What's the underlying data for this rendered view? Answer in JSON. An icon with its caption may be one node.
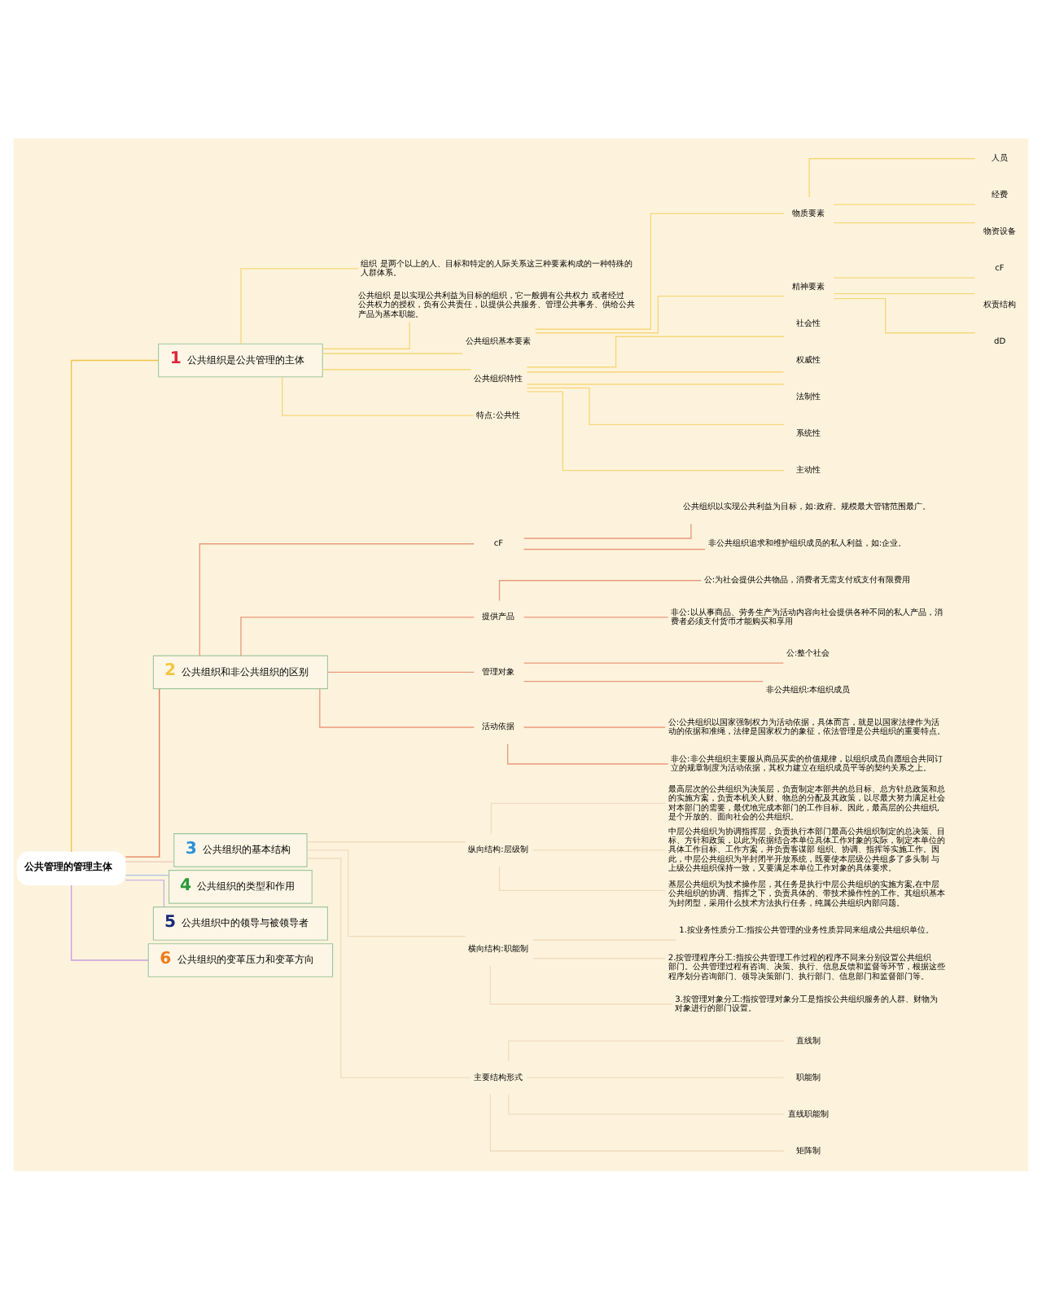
{
  "diagram": {
    "nodes": [
      {
        "text": [
          "公共管理的管理主体"
        ]
      },
      {
        "text": [
          "1",
          "公共组织是公共管理的主体"
        ]
      },
      {
        "text": [
          "组织 是两个以上的人、目标和特定的人际关系这三种要素构成的一种特殊的人群体系。"
        ]
      },
      {
        "text": [
          "公共组织 是以实现公共利益为目标的组织，它一般拥有公共权力 或者经过公共权力的授权，负有公共责任，以提供公共服务、管理公共事务、供给公共产品为基本职能。"
        ]
      },
      {
        "text": [
          "公共组织基本要素"
        ]
      },
      {
        "text": [
          "物质要素"
        ]
      },
      {
        "text": [
          "人员"
        ]
      },
      {
        "text": [
          "经费"
        ]
      },
      {
        "text": [
          "物资设备"
        ]
      },
      {
        "text": [
          "精神要素"
        ]
      },
      {
        "text": [
          "cF"
        ]
      },
      {
        "text": [
          "权责结构"
        ]
      },
      {
        "text": [
          "dD"
        ]
      },
      {
        "text": [
          "公共组织特性"
        ]
      },
      {
        "text": [
          "社会性"
        ]
      },
      {
        "text": [
          "权威性"
        ]
      },
      {
        "text": [
          "法制性"
        ]
      },
      {
        "text": [
          "系统性"
        ]
      },
      {
        "text": [
          "主动性"
        ]
      },
      {
        "text": [
          "特点:公共性"
        ]
      },
      {
        "text": [
          "2",
          "公共组织和非公共组织的区别"
        ]
      },
      {
        "text": [
          "cF"
        ]
      },
      {
        "text": [
          "公共组织以实现公共利益为目标，如:政府。规模最大管辖范围最广。"
        ]
      },
      {
        "text": [
          "非公共组织追求和维护组织成员的私人利益，如:企业。"
        ]
      },
      {
        "text": [
          "提供产品"
        ]
      },
      {
        "text": [
          "公:为社会提供公共物品，消费者无需支付或支付有限费用"
        ]
      },
      {
        "text": [
          "非公:以从事商品、劳务生产为活动内容向社会提供各种不同的私人产品，消费者必须支付货币才能购买和享用"
        ]
      },
      {
        "text": [
          "管理对象"
        ]
      },
      {
        "text": [
          "公:整个社会"
        ]
      },
      {
        "text": [
          "非公共组织:本组织成员"
        ]
      },
      {
        "text": [
          "活动依据"
        ]
      },
      {
        "text": [
          "公:公共组织以国家强制权力为活动依据，具体而言，就是以国家法律作为活动的依据和准绳，法律是国家权力的象征，依法管理是公共组织的重要特点。"
        ]
      },
      {
        "text": [
          "非公:非公共组织主要服从商品买卖的价值规律，以组织成员自愿组合共同订立的规章制度为活动依据，其权力建立在组织成员平等的契约关系之上。"
        ]
      },
      {
        "text": [
          "3",
          "公共组织的基本结构"
        ]
      },
      {
        "text": [
          "纵向结构:层级制"
        ]
      },
      {
        "text": [
          "最高层次的公共组织为决策层，负责制定本部共的总目标、总方针总政策和总的实施方案，负责本机关人财、物总的分配及其政策，以尽最大努力满足社会对本部门的需要，最优地完成本部门的工作目标。因此，最高层的公共组织,是个开放的、面向社会的公共组织。"
        ]
      },
      {
        "text": [
          "中层公共组织为协调指挥层，负责执行本部门最高公共组织制定的总决策、目标、方针和政策，以此为依据结合本单位具体工作对象的实际，制定本单位的具体工作目标、工作方案，并负责客谋部 组织、协调、指挥等实施工作。因此，中层公共组织为半封闭半开放系统，既要使本层级公共组多了多头制 与上级公共组织保持一致，又要满足本单位工作对象的具体要求。"
        ]
      },
      {
        "text": [
          "基层公共组织为技术操作层，其任务是执行中层公共组织的实施方案,在中层公共组织的协调、指挥之下，负责具体的、带技术操作性的工作。其组织基本为封闭型，采用什么技术方法执行任务，纯属公共组织内部问题。"
        ]
      },
      {
        "text": [
          "横向结构:职能制"
        ]
      },
      {
        "text": [
          "1.按业务性质分工:指按公共管理的业务性质异同来组成公共组织单位。"
        ]
      },
      {
        "text": [
          "2.按管理程序分工:指按公共管理工作过程的程序不同来分别设置公共组织部门。公共管理过程有咨询、决策、执行、信息反馈和监督等环节，根据这些程序划分咨询部门、领导决策部门、执行部门、信息部门和监督部门等。"
        ]
      },
      {
        "text": [
          "3.按管理对象分工:指按管理对象分工是指按公共组织服务的人群、财物为对象进行的部门设置。"
        ]
      },
      {
        "text": [
          "主要结构形式"
        ]
      },
      {
        "text": [
          "直线制"
        ]
      },
      {
        "text": [
          "职能制"
        ]
      },
      {
        "text": [
          "直线职能制"
        ]
      },
      {
        "text": [
          "矩阵制"
        ]
      },
      {
        "text": [
          "4",
          "公共组织的类型和作用"
        ]
      },
      {
        "text": [
          "5",
          "公共组织中的领导与被领导者"
        ]
      },
      {
        "text": [
          "6",
          "公共组织的变革压力和变革方向"
        ]
      }
    ],
    "edges": [
      {
        "from": 0,
        "to": 1,
        "arrow": "none",
        "color": "#f2c24a"
      },
      {
        "from": 1,
        "to": 2,
        "arrow": "none",
        "color": "#f5d77a"
      },
      {
        "from": 1,
        "to": 3,
        "arrow": "none",
        "color": "#f5d77a"
      },
      {
        "from": 1,
        "to": 4,
        "arrow": "none",
        "color": "#f5d77a"
      },
      {
        "from": 4,
        "to": 5,
        "arrow": "none",
        "color": "#f5d77a"
      },
      {
        "from": 5,
        "to": 6,
        "arrow": "none",
        "color": "#f5d77a"
      },
      {
        "from": 5,
        "to": 7,
        "arrow": "none",
        "color": "#f5d77a"
      },
      {
        "from": 5,
        "to": 8,
        "arrow": "none",
        "color": "#f5d77a"
      },
      {
        "from": 4,
        "to": 9,
        "arrow": "none",
        "color": "#f5d77a"
      },
      {
        "from": 9,
        "to": 10,
        "arrow": "none",
        "color": "#f5d77a"
      },
      {
        "from": 9,
        "to": 11,
        "arrow": "none",
        "color": "#f5d77a"
      },
      {
        "from": 9,
        "to": 12,
        "arrow": "none",
        "color": "#f5d77a"
      },
      {
        "from": 1,
        "to": 13,
        "arrow": "none",
        "color": "#f5d77a"
      },
      {
        "from": 13,
        "to": 14,
        "arrow": "none",
        "color": "#f5d77a"
      },
      {
        "from": 13,
        "to": 15,
        "arrow": "none",
        "color": "#f5d77a"
      },
      {
        "from": 13,
        "to": 16,
        "arrow": "none",
        "color": "#f5d77a"
      },
      {
        "from": 13,
        "to": 17,
        "arrow": "none",
        "color": "#f5d77a"
      },
      {
        "from": 13,
        "to": 18,
        "arrow": "none",
        "color": "#f5d77a"
      },
      {
        "from": 1,
        "to": 19,
        "arrow": "none",
        "color": "#f5d77a"
      },
      {
        "from": 0,
        "to": 20,
        "arrow": "none",
        "color": "#e37a55"
      },
      {
        "from": 20,
        "to": 21,
        "arrow": "none",
        "color": "#e99a7c"
      },
      {
        "from": 21,
        "to": 22,
        "arrow": "none",
        "color": "#e99a7c"
      },
      {
        "from": 21,
        "to": 23,
        "arrow": "none",
        "color": "#e99a7c"
      },
      {
        "from": 20,
        "to": 24,
        "arrow": "none",
        "color": "#e99a7c"
      },
      {
        "from": 24,
        "to": 25,
        "arrow": "none",
        "color": "#e99a7c"
      },
      {
        "from": 24,
        "to": 26,
        "arrow": "none",
        "color": "#e99a7c"
      },
      {
        "from": 20,
        "to": 27,
        "arrow": "none",
        "color": "#e99a7c"
      },
      {
        "from": 27,
        "to": 28,
        "arrow": "none",
        "color": "#e99a7c"
      },
      {
        "from": 27,
        "to": 29,
        "arrow": "none",
        "color": "#e99a7c"
      },
      {
        "from": 20,
        "to": 30,
        "arrow": "none",
        "color": "#e99a7c"
      },
      {
        "from": 30,
        "to": 31,
        "arrow": "none",
        "color": "#e99a7c"
      },
      {
        "from": 30,
        "to": 32,
        "arrow": "none",
        "color": "#e99a7c"
      },
      {
        "from": 0,
        "to": 33,
        "arrow": "none",
        "color": "#f0c4bc"
      },
      {
        "from": 33,
        "to": 34,
        "arrow": "none",
        "color": "#efdcc0"
      },
      {
        "from": 34,
        "to": 35,
        "arrow": "none",
        "color": "#efdcc0"
      },
      {
        "from": 34,
        "to": 36,
        "arrow": "none",
        "color": "#efdcc0"
      },
      {
        "from": 34,
        "to": 37,
        "arrow": "none",
        "color": "#efdcc0"
      },
      {
        "from": 33,
        "to": 38,
        "arrow": "none",
        "color": "#efdcc0"
      },
      {
        "from": 38,
        "to": 39,
        "arrow": "none",
        "color": "#efdcc0"
      },
      {
        "from": 38,
        "to": 40,
        "arrow": "none",
        "color": "#efdcc0"
      },
      {
        "from": 38,
        "to": 41,
        "arrow": "none",
        "color": "#efdcc0"
      },
      {
        "from": 33,
        "to": 42,
        "arrow": "none",
        "color": "#efdcc0"
      },
      {
        "from": 42,
        "to": 43,
        "arrow": "none",
        "color": "#efdcc0"
      },
      {
        "from": 42,
        "to": 44,
        "arrow": "none",
        "color": "#efdcc0"
      },
      {
        "from": 42,
        "to": 45,
        "arrow": "none",
        "color": "#efdcc0"
      },
      {
        "from": 42,
        "to": 46,
        "arrow": "none",
        "color": "#efdcc0"
      },
      {
        "from": 0,
        "to": 47,
        "arrow": "none",
        "color": "#a9c3e3"
      },
      {
        "from": 0,
        "to": 48,
        "arrow": "none",
        "color": "#c4b4e2"
      },
      {
        "from": 0,
        "to": 49,
        "arrow": "none",
        "color": "#c79ee0"
      }
    ]
  }
}
